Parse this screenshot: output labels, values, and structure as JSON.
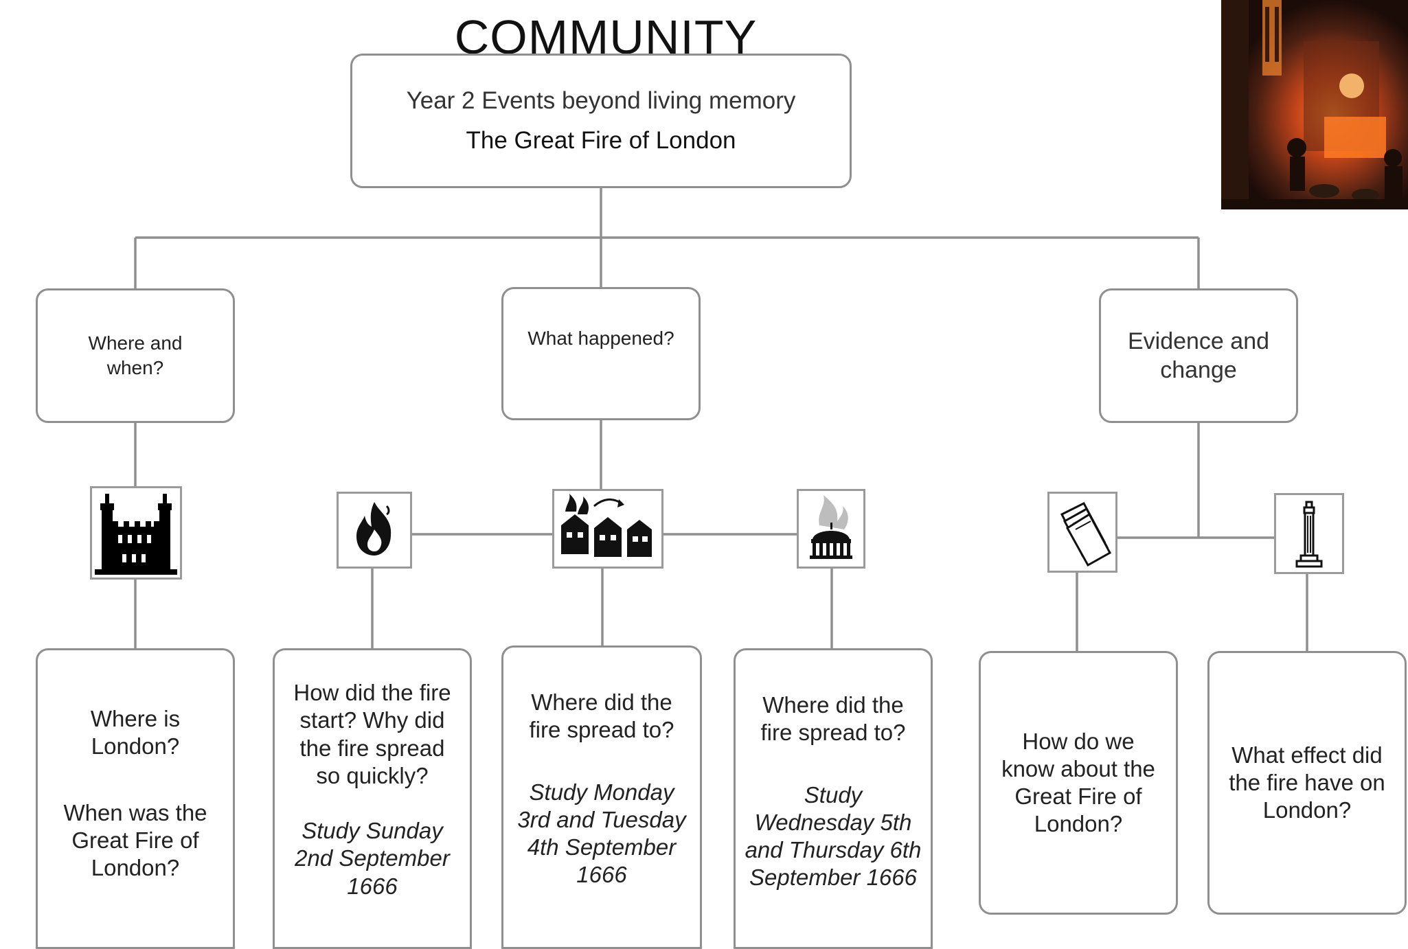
{
  "title": "COMMUNITY",
  "header": {
    "line1": "Year 2 Events beyond living memory",
    "line2": "The Great Fire of London"
  },
  "categories": [
    {
      "label": "Where and when?"
    },
    {
      "label": "What happened?"
    },
    {
      "label": "Evidence and change"
    }
  ],
  "questions": {
    "where_when": {
      "q1": "Where is London?",
      "q2": "When was the Great Fire of London?"
    },
    "start": {
      "q": "How did the fire start? Why did the fire spread so quickly?",
      "study": "Study Sunday 2nd September 1666"
    },
    "spread1": {
      "q": "Where did the fire spread to?",
      "study": "Study Monday 3rd and Tuesday 4th September 1666"
    },
    "spread2": {
      "q": "Where did the fire spread to?",
      "study": "Study Wednesday 5th and Thursday 6th September 1666"
    },
    "know": {
      "q": "How do we know about the Great Fire of London?"
    },
    "effect": {
      "q": "What effect did the fire have on London?"
    }
  },
  "icons": [
    {
      "name": "tower-of-london-icon"
    },
    {
      "name": "fire-icon"
    },
    {
      "name": "burning-houses-icon"
    },
    {
      "name": "burning-st-pauls-icon"
    },
    {
      "name": "diary-pages-icon"
    },
    {
      "name": "monument-icon"
    }
  ]
}
